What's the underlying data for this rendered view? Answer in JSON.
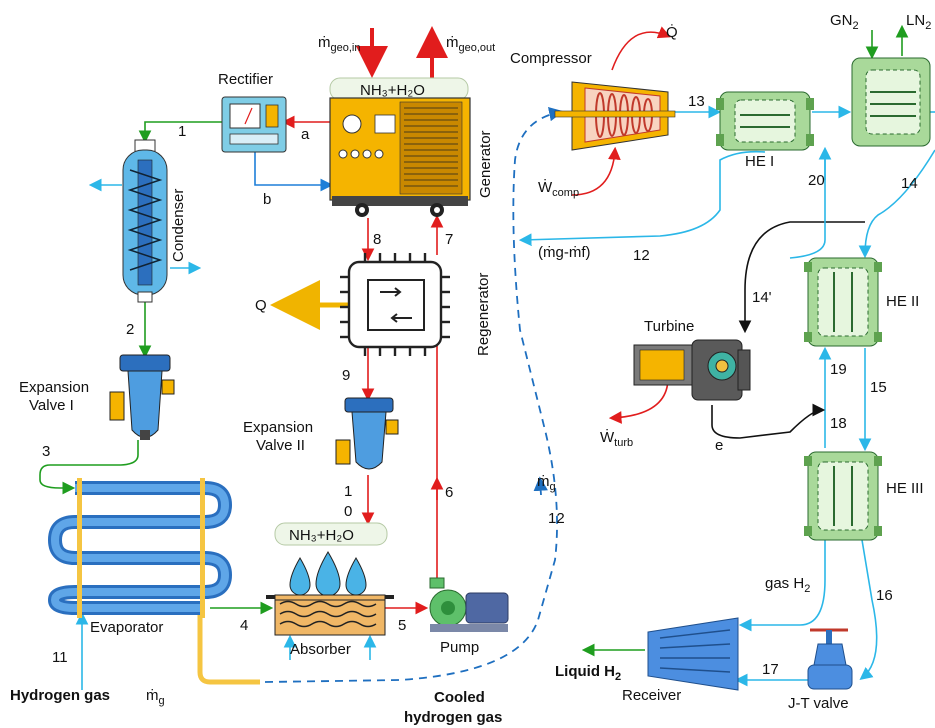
{
  "labels": {
    "compressor": "Compressor",
    "q_dot": "Q̇",
    "w_comp": "Ẇ",
    "w_comp_sub": "comp",
    "gn2": "GN",
    "gn2_sub": "2",
    "ln2": "LN",
    "ln2_sub": "2",
    "rectifier": "Rectifier",
    "m_geo_in": "ṁ",
    "m_geo_in_sub": "geo,in",
    "m_geo_out": "ṁ",
    "m_geo_out_sub": "geo,out",
    "generator_box": "NH₃+H₂O",
    "generator": "Generator",
    "condenser": "Condenser",
    "regenerator": "Regenerator",
    "q_left": "Q",
    "exp_valve_1_a": "Expansion",
    "exp_valve_1_b": "Valve I",
    "exp_valve_2_a": "Expansion",
    "exp_valve_2_b": "Valve II",
    "absorber_box": "NH₃+H₂O",
    "absorber": "Absorber",
    "evaporator": "Evaporator",
    "pump": "Pump",
    "hydrogen_gas": "Hydrogen gas",
    "m_g_bottom": "ṁ",
    "m_g_bottom_sub": "g",
    "cooled_1": "Cooled",
    "cooled_2": "hydrogen gas",
    "he1": "HE I",
    "he2": "HE II",
    "he3": "HE III",
    "turbine": "Turbine",
    "w_turb": "Ẇ",
    "w_turb_sub": "turb",
    "mg_mf": "(ṁg-ṁf)",
    "m_g_mid": "ṁ",
    "m_g_mid_sub": "g",
    "gas_h2": "gas H",
    "gas_h2_sub": "2",
    "liquid_h2": "Liquid H",
    "liquid_h2_sub": "2",
    "receiver": "Receiver",
    "jt_valve": "J-T valve",
    "e": "e"
  },
  "state_points": {
    "p1": "1",
    "p2": "2",
    "p3": "3",
    "p4": "4",
    "p5": "5",
    "p6": "6",
    "p7": "7",
    "p8": "8",
    "p9": "9",
    "p10_top": "1",
    "p10_bot": "0",
    "p11": "11",
    "p12a": "12",
    "p12b": "12",
    "p13": "13",
    "p14": "14",
    "p14p": "14'",
    "p15": "15",
    "p16": "16",
    "p17": "17",
    "p18": "18",
    "p19": "19",
    "p20": "20",
    "pa": "a",
    "pb": "b"
  },
  "colors": {
    "heat_source": "#e11d1d",
    "refrigerant": "#1f9d1f",
    "hydrogen": "#2bb7e8",
    "equipment_yellow": "#f5b400",
    "hx_green": "#a9d99a"
  }
}
